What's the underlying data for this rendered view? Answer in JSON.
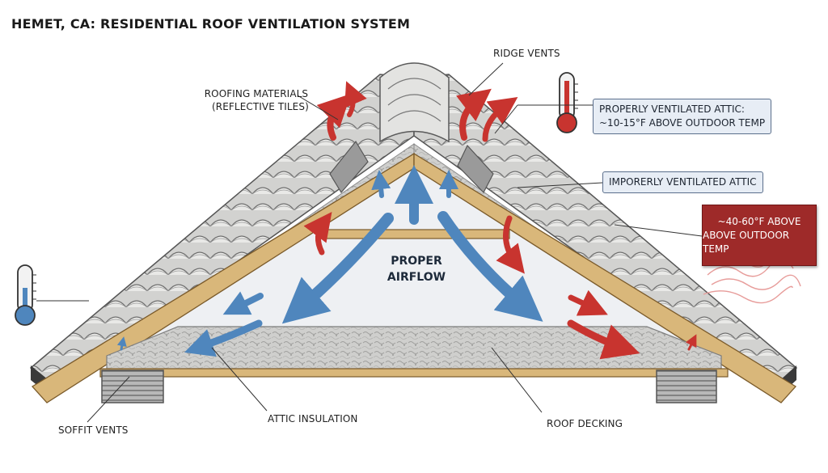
{
  "title": "HEMET, CA: RESIDENTIAL ROOF VENTILATION SYSTEM",
  "labels": {
    "ridge_vents": "RIDGE VENTS",
    "roofing_materials_line1": "ROOFING MATERIALS",
    "roofing_materials_line2": "(REFLECTIVE TILES)",
    "proper_airflow_line1": "PROPER",
    "proper_airflow_line2": "AIRFLOW",
    "soffit_vents": "SOFFIT VENTS",
    "attic_insulation": "ATTIC INSULATION",
    "roof_decking": "ROOF DECKING"
  },
  "callouts": {
    "proper_line1": "PROPERLY VENTILATED ATTIC:",
    "proper_line2": "~10-15°F ABOVE OUTDOOR TEMP",
    "improper": "IMPORERLY VENTILATED ATTIC",
    "hot_line1": "~40-60°F ABOVE",
    "hot_line2": "ABOVE OUTDOOR TEMP"
  },
  "colors": {
    "hot_arrow": "#c8342f",
    "cool_arrow": "#4f86bd",
    "hot_box": "#9e2a29",
    "callout_fill": "#e7edf5",
    "wood": "#d9b77a",
    "tile": "#c9c9c7",
    "insulation": "#cfcfcf"
  },
  "icons": {
    "thermometer_hot": "thermometer-hot-icon",
    "thermometer_cool": "thermometer-cool-icon",
    "heat_wave": "heat-wave-icon"
  }
}
